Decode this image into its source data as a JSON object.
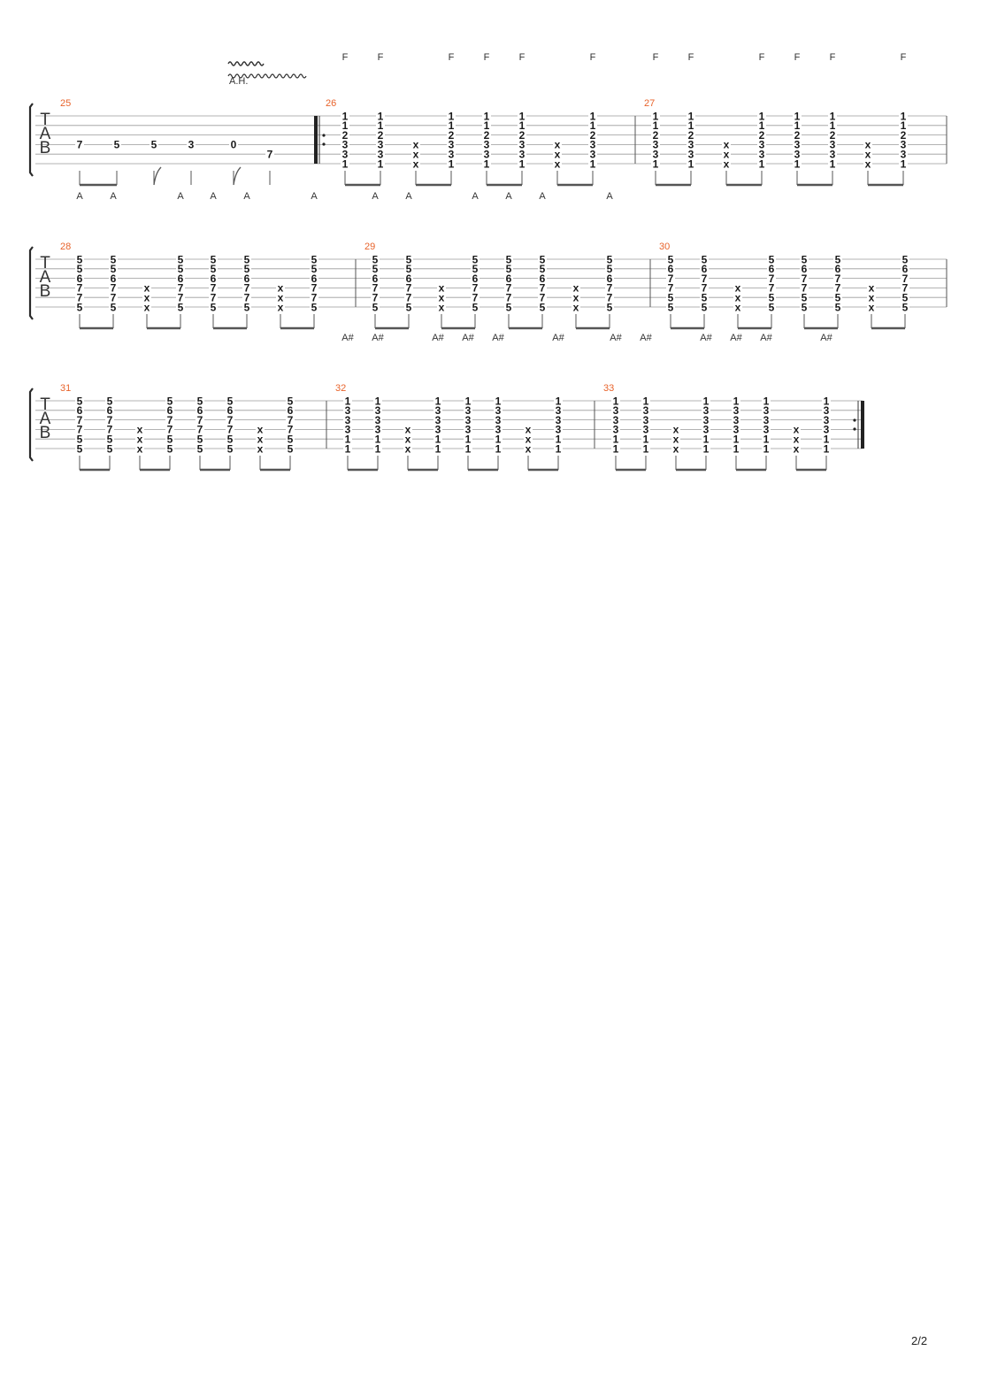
{
  "page": {
    "number": "2/2"
  },
  "annotations": {
    "harmonic_label": "A.H."
  },
  "tab_clef": [
    "T",
    "A",
    "B"
  ],
  "systems": [
    {
      "measures": [
        {
          "number": "25",
          "beats": [
            {
              "chord": "",
              "frets": [
                "",
                "",
                "",
                "7",
                "",
                ""
              ]
            },
            {
              "chord": "",
              "frets": [
                "",
                "",
                "",
                "5",
                "",
                ""
              ]
            },
            {
              "chord": "",
              "frets": [
                "",
                "",
                "",
                "5",
                "",
                ""
              ]
            },
            {
              "chord": "",
              "frets": [
                "",
                "",
                "",
                "3",
                "",
                ""
              ]
            },
            {
              "chord": "",
              "frets": [
                "",
                "",
                "",
                "0",
                "",
                ""
              ]
            },
            {
              "chord": "",
              "frets": [
                "",
                "",
                "",
                "",
                "7",
                ""
              ]
            }
          ]
        },
        {
          "number": "26",
          "beats": [
            {
              "chord": "F",
              "frets": [
                "1",
                "1",
                "2",
                "3",
                "3",
                "1"
              ]
            },
            {
              "chord": "F",
              "frets": [
                "1",
                "1",
                "2",
                "3",
                "3",
                "1"
              ]
            },
            {
              "chord": "",
              "frets": [
                "",
                "",
                "",
                "x",
                "x",
                "x"
              ]
            },
            {
              "chord": "F",
              "frets": [
                "1",
                "1",
                "2",
                "3",
                "3",
                "1"
              ]
            },
            {
              "chord": "F",
              "frets": [
                "1",
                "1",
                "2",
                "3",
                "3",
                "1"
              ]
            },
            {
              "chord": "F",
              "frets": [
                "1",
                "1",
                "2",
                "3",
                "3",
                "1"
              ]
            },
            {
              "chord": "",
              "frets": [
                "",
                "",
                "",
                "x",
                "x",
                "x"
              ]
            },
            {
              "chord": "F",
              "frets": [
                "1",
                "1",
                "2",
                "3",
                "3",
                "1"
              ]
            }
          ]
        },
        {
          "number": "27",
          "beats": [
            {
              "chord": "F",
              "frets": [
                "1",
                "1",
                "2",
                "3",
                "3",
                "1"
              ]
            },
            {
              "chord": "F",
              "frets": [
                "1",
                "1",
                "2",
                "3",
                "3",
                "1"
              ]
            },
            {
              "chord": "",
              "frets": [
                "",
                "",
                "",
                "x",
                "x",
                "x"
              ]
            },
            {
              "chord": "F",
              "frets": [
                "1",
                "1",
                "2",
                "3",
                "3",
                "1"
              ]
            },
            {
              "chord": "F",
              "frets": [
                "1",
                "1",
                "2",
                "3",
                "3",
                "1"
              ]
            },
            {
              "chord": "F",
              "frets": [
                "1",
                "1",
                "2",
                "3",
                "3",
                "1"
              ]
            },
            {
              "chord": "",
              "frets": [
                "",
                "",
                "",
                "x",
                "x",
                "x"
              ]
            },
            {
              "chord": "F",
              "frets": [
                "1",
                "1",
                "2",
                "3",
                "3",
                "1"
              ]
            }
          ]
        }
      ]
    },
    {
      "measures": [
        {
          "number": "28",
          "beats": [
            {
              "chord": "A",
              "frets": [
                "5",
                "5",
                "6",
                "7",
                "7",
                "5"
              ]
            },
            {
              "chord": "A",
              "frets": [
                "5",
                "5",
                "6",
                "7",
                "7",
                "5"
              ]
            },
            {
              "chord": "",
              "frets": [
                "",
                "",
                "",
                "x",
                "x",
                "x"
              ]
            },
            {
              "chord": "A",
              "frets": [
                "5",
                "5",
                "6",
                "7",
                "7",
                "5"
              ]
            },
            {
              "chord": "A",
              "frets": [
                "5",
                "5",
                "6",
                "7",
                "7",
                "5"
              ]
            },
            {
              "chord": "A",
              "frets": [
                "5",
                "5",
                "6",
                "7",
                "7",
                "5"
              ]
            },
            {
              "chord": "",
              "frets": [
                "",
                "",
                "",
                "x",
                "x",
                "x"
              ]
            },
            {
              "chord": "A",
              "frets": [
                "5",
                "5",
                "6",
                "7",
                "7",
                "5"
              ]
            }
          ]
        },
        {
          "number": "29",
          "beats": [
            {
              "chord": "A",
              "frets": [
                "5",
                "5",
                "6",
                "7",
                "7",
                "5"
              ]
            },
            {
              "chord": "A",
              "frets": [
                "5",
                "5",
                "6",
                "7",
                "7",
                "5"
              ]
            },
            {
              "chord": "",
              "frets": [
                "",
                "",
                "",
                "x",
                "x",
                "x"
              ]
            },
            {
              "chord": "A",
              "frets": [
                "5",
                "5",
                "6",
                "7",
                "7",
                "5"
              ]
            },
            {
              "chord": "A",
              "frets": [
                "5",
                "5",
                "6",
                "7",
                "7",
                "5"
              ]
            },
            {
              "chord": "A",
              "frets": [
                "5",
                "5",
                "6",
                "7",
                "7",
                "5"
              ]
            },
            {
              "chord": "",
              "frets": [
                "",
                "",
                "",
                "x",
                "x",
                "x"
              ]
            },
            {
              "chord": "A",
              "frets": [
                "5",
                "5",
                "6",
                "7",
                "7",
                "5"
              ]
            }
          ]
        },
        {
          "number": "30",
          "beats": [
            {
              "chord": "",
              "frets": [
                "5",
                "6",
                "7",
                "7",
                "5",
                "5"
              ]
            },
            {
              "chord": "",
              "frets": [
                "5",
                "6",
                "7",
                "7",
                "5",
                "5"
              ]
            },
            {
              "chord": "",
              "frets": [
                "",
                "",
                "",
                "x",
                "x",
                "x"
              ]
            },
            {
              "chord": "",
              "frets": [
                "5",
                "6",
                "7",
                "7",
                "5",
                "5"
              ]
            },
            {
              "chord": "",
              "frets": [
                "5",
                "6",
                "7",
                "7",
                "5",
                "5"
              ]
            },
            {
              "chord": "",
              "frets": [
                "5",
                "6",
                "7",
                "7",
                "5",
                "5"
              ]
            },
            {
              "chord": "",
              "frets": [
                "",
                "",
                "",
                "x",
                "x",
                "x"
              ]
            },
            {
              "chord": "",
              "frets": [
                "5",
                "6",
                "7",
                "7",
                "5",
                "5"
              ]
            }
          ]
        }
      ]
    },
    {
      "measures": [
        {
          "number": "31",
          "beats": [
            {
              "chord": "",
              "frets": [
                "5",
                "6",
                "7",
                "7",
                "5",
                "5"
              ]
            },
            {
              "chord": "",
              "frets": [
                "5",
                "6",
                "7",
                "7",
                "5",
                "5"
              ]
            },
            {
              "chord": "",
              "frets": [
                "",
                "",
                "",
                "x",
                "x",
                "x"
              ]
            },
            {
              "chord": "",
              "frets": [
                "5",
                "6",
                "7",
                "7",
                "5",
                "5"
              ]
            },
            {
              "chord": "",
              "frets": [
                "5",
                "6",
                "7",
                "7",
                "5",
                "5"
              ]
            },
            {
              "chord": "",
              "frets": [
                "5",
                "6",
                "7",
                "7",
                "5",
                "5"
              ]
            },
            {
              "chord": "",
              "frets": [
                "",
                "",
                "",
                "x",
                "x",
                "x"
              ]
            },
            {
              "chord": "",
              "frets": [
                "5",
                "6",
                "7",
                "7",
                "5",
                "5"
              ]
            }
          ]
        },
        {
          "number": "32",
          "beats": [
            {
              "chord": "A#",
              "frets": [
                "1",
                "3",
                "3",
                "3",
                "1",
                "1"
              ]
            },
            {
              "chord": "A#",
              "frets": [
                "1",
                "3",
                "3",
                "3",
                "1",
                "1"
              ]
            },
            {
              "chord": "",
              "frets": [
                "",
                "",
                "",
                "x",
                "x",
                "x"
              ]
            },
            {
              "chord": "A#",
              "frets": [
                "1",
                "3",
                "3",
                "3",
                "1",
                "1"
              ]
            },
            {
              "chord": "A#",
              "frets": [
                "1",
                "3",
                "3",
                "3",
                "1",
                "1"
              ]
            },
            {
              "chord": "A#",
              "frets": [
                "1",
                "3",
                "3",
                "3",
                "1",
                "1"
              ]
            },
            {
              "chord": "",
              "frets": [
                "",
                "",
                "",
                "x",
                "x",
                "x"
              ]
            },
            {
              "chord": "A#",
              "frets": [
                "1",
                "3",
                "3",
                "3",
                "1",
                "1"
              ]
            }
          ]
        },
        {
          "number": "33",
          "beats": [
            {
              "chord": "A#",
              "frets": [
                "1",
                "3",
                "3",
                "3",
                "1",
                "1"
              ]
            },
            {
              "chord": "A#",
              "frets": [
                "1",
                "3",
                "3",
                "3",
                "1",
                "1"
              ]
            },
            {
              "chord": "",
              "frets": [
                "",
                "",
                "",
                "x",
                "x",
                "x"
              ]
            },
            {
              "chord": "A#",
              "frets": [
                "1",
                "3",
                "3",
                "3",
                "1",
                "1"
              ]
            },
            {
              "chord": "A#",
              "frets": [
                "1",
                "3",
                "3",
                "3",
                "1",
                "1"
              ]
            },
            {
              "chord": "A#",
              "frets": [
                "1",
                "3",
                "3",
                "3",
                "1",
                "1"
              ]
            },
            {
              "chord": "",
              "frets": [
                "",
                "",
                "",
                "x",
                "x",
                "x"
              ]
            },
            {
              "chord": "A#",
              "frets": [
                "1",
                "3",
                "3",
                "3",
                "1",
                "1"
              ]
            }
          ]
        }
      ]
    }
  ]
}
